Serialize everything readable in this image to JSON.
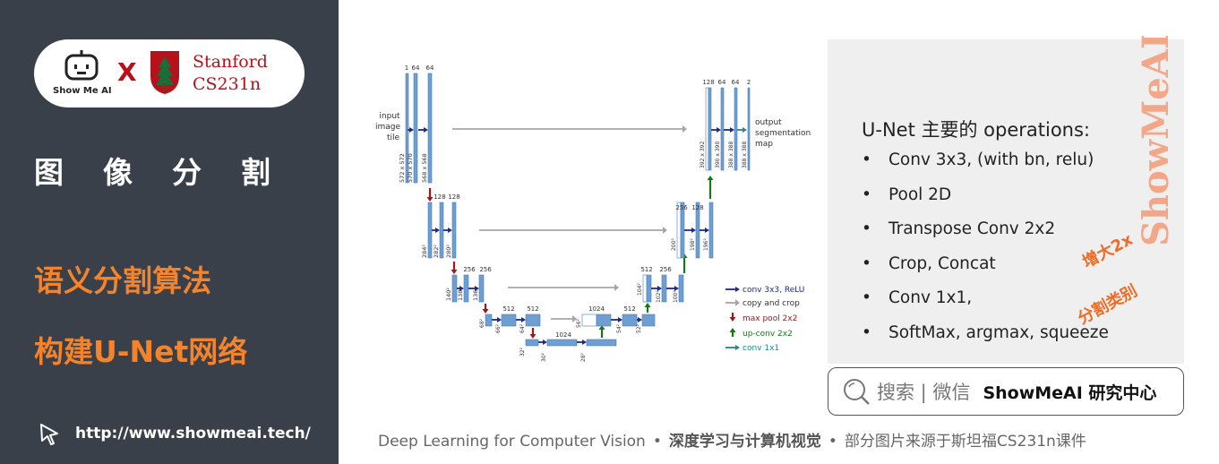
{
  "sidebar": {
    "brand_text": "Show Me AI",
    "x_mark": "X",
    "stanford_line1": "Stanford",
    "stanford_line2": "CS231n",
    "section_title": "图像分割",
    "heading_1": "语义分割算法",
    "heading_2": "构建U-Net网络",
    "url": "http://www.showmeai.tech/"
  },
  "diagram": {
    "label_input": [
      "input",
      "image",
      "tile"
    ],
    "label_output": [
      "output",
      "segmentation",
      "map"
    ],
    "enc_channels": [
      [
        "1",
        "64",
        "64"
      ],
      [
        "128",
        "128"
      ],
      [
        "256",
        "256"
      ],
      [
        "512",
        "512"
      ],
      [
        "1024"
      ]
    ],
    "dec_channels": [
      [
        "1024",
        "512"
      ],
      [
        "512",
        "256"
      ],
      [
        "256",
        "128"
      ],
      [
        "128",
        "64",
        "64",
        "2"
      ]
    ],
    "sizes": {
      "l1": [
        "572 x 572",
        "570 x 570",
        "568 x 568"
      ],
      "l2": [
        "284²",
        "282²",
        "280²"
      ],
      "l3": [
        "140²",
        "138²",
        "136²"
      ],
      "l4": [
        "68²",
        "66²",
        "64²"
      ],
      "l5": [
        "32²",
        "30²",
        "28²"
      ],
      "d4": [
        "56²",
        "54²",
        "52²"
      ],
      "d3": [
        "104²",
        "102²",
        "100²"
      ],
      "d2": [
        "200²",
        "198²",
        "196²"
      ],
      "d1": [
        "392 x 392",
        "390 x 390",
        "388 x 388",
        "388 x 388"
      ]
    },
    "legend": [
      {
        "label": "conv 3x3, ReLU",
        "color": "#1c2a8a"
      },
      {
        "label": "copy and crop",
        "color": "#a6a6a6"
      },
      {
        "label": "max pool 2x2",
        "color": "#a01818"
      },
      {
        "label": "up-conv 2x2",
        "color": "#157a15"
      },
      {
        "label": "conv 1x1",
        "color": "#1f8a8a"
      }
    ],
    "block_color": "#6d9fd3"
  },
  "panel": {
    "title": "U-Net 主要的 operations:",
    "bullet": "•",
    "ops": [
      "Conv 3x3, (with bn, relu)",
      "Pool 2D",
      "Transpose Conv 2x2",
      "Crop, Concat",
      "Conv 1x1,",
      "SoftMax, argmax, squeeze"
    ],
    "annotation_1": "增大2x",
    "annotation_2": "分割类别",
    "watermark": "ShowMeAI"
  },
  "search": {
    "label": "搜索 | 微信",
    "brand": "ShowMeAI 研究中心"
  },
  "footer": {
    "part1": "Deep Learning for Computer Vision",
    "sep": "•",
    "part2": "深度学习与计算机视觉",
    "part3": "部分图片来源于斯坦福CS231n课件"
  },
  "colors": {
    "sidebar_bg": "#3a4049",
    "accent_orange": "#f5832a",
    "stanford_red": "#b5121b"
  }
}
